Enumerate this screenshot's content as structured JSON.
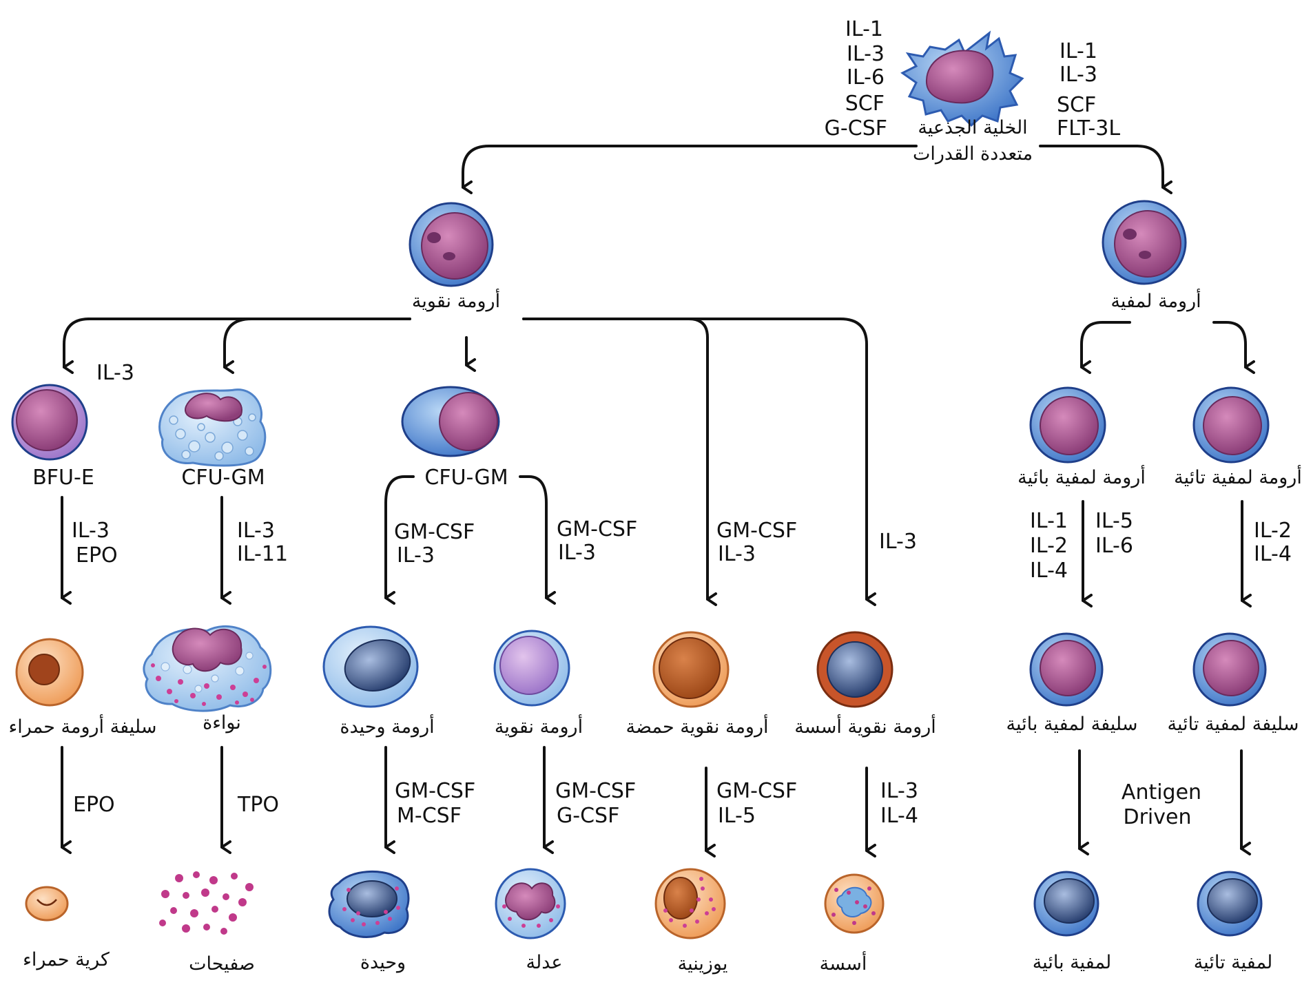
{
  "stem": {
    "label_line1": "الخلية الجذعية",
    "label_line2": "متعددة القدرات",
    "left_factors": [
      "IL-1",
      "IL-3",
      "IL-6",
      "SCF",
      "G-CSF"
    ],
    "right_factors": [
      "IL-1",
      "IL-3",
      "SCF",
      "FLT-3L"
    ]
  },
  "myeloblast": {
    "label": "أرومة نقوية"
  },
  "lymphoblast": {
    "label": "أرومة لمفية"
  },
  "myeloid_stage2": {
    "bfu_e": "BFU-E",
    "cfu_gm_mk": "CFU-GM",
    "cfu_gm": "CFU-GM",
    "il3_label": "IL-3"
  },
  "lymphoid_stage2": {
    "b_lymphoblast": "أرومة لمفية بائية",
    "t_lymphoblast": "أرومة لمفية تائية"
  },
  "factors_stage2": {
    "bfu": [
      "IL-3",
      "EPO"
    ],
    "mk": [
      "IL-3",
      "IL-11"
    ],
    "mono": [
      "GM-CSF",
      "IL-3"
    ],
    "neut": [
      "GM-CSF",
      "IL-3"
    ],
    "eos": [
      "GM-CSF",
      "IL-3"
    ],
    "baso": [
      "IL-3"
    ],
    "b_left": [
      "IL-1",
      "IL-2",
      "IL-4"
    ],
    "b_right": [
      "IL-5",
      "IL-6"
    ],
    "t": [
      "IL-2",
      "IL-4"
    ]
  },
  "precursors": {
    "erythroblast": "سليفة أرومة حمراء",
    "megakaryocyte": "نواءة",
    "monoblast": "أرومة وحيدة",
    "myeloblast": "أرومة نقوية",
    "eosinophilic": "أرومة نقوية حمضة",
    "basophilic": "أرومة نقوية أسسة",
    "pre_b": "سليفة لمفية بائية",
    "pre_t": "سليفة لمفية تائية"
  },
  "factors_stage3": {
    "rbc": [
      "EPO"
    ],
    "plt": [
      "TPO"
    ],
    "mono": [
      "GM-CSF",
      "M-CSF"
    ],
    "neut": [
      "GM-CSF",
      "G-CSF"
    ],
    "eos": [
      "GM-CSF",
      "IL-5"
    ],
    "baso": [
      "IL-3",
      "IL-4"
    ],
    "lymph": [
      "Antigen",
      "Driven"
    ]
  },
  "mature": {
    "rbc": "كرية حمراء",
    "platelets": "صفيحات",
    "monocyte": "وحيدة",
    "neutrophil": "عدلة",
    "eosinophil": "يوزينية",
    "basophil": "أسسة",
    "b_cell": "لمفية بائية",
    "t_cell": "لمفية تائية"
  },
  "colors": {
    "line": "#111111",
    "cytoplasm_blue": "#5a8fd6",
    "cytoplasm_light": "#a9cdef",
    "nucleus_purple": "#9a4d86",
    "cell_outline": "#1f3f8a",
    "orange": "#f2a869",
    "eos_orange": "#e98f4f",
    "baso_rim": "#c8552a",
    "dark_nucleus": "#2f4e85",
    "granule_pink": "#cc3f95"
  }
}
